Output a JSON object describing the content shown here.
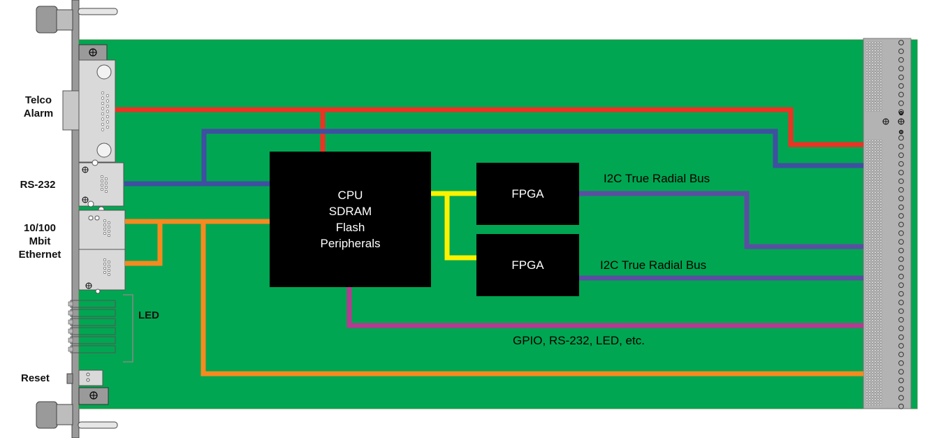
{
  "labels": {
    "telco_alarm": [
      "Telco",
      "Alarm"
    ],
    "rs232": "RS-232",
    "ethernet": [
      "10/100",
      "Mbit",
      "Ethernet"
    ],
    "led": "LED",
    "reset": "Reset"
  },
  "blocks": {
    "cpu": [
      "CPU",
      "SDRAM",
      "Flash",
      "Peripherals"
    ],
    "fpga_top": "FPGA",
    "fpga_bottom": "FPGA"
  },
  "bus_labels": {
    "i2c_top": "I2C True Radial Bus",
    "i2c_bottom": "I2C True Radial Bus",
    "gpio": "GPIO, RS-232, LED, etc."
  },
  "colors": {
    "board": "#00a651",
    "telco_line": "#ed3224",
    "rs232_line": "#3f4fa1",
    "ethernet_line": "#f7891f",
    "fpga_link": "#fff200",
    "i2c_line": "#5b4ea2",
    "gpio_line": "#b63a92",
    "connector_panel": "#b3b3b3"
  }
}
